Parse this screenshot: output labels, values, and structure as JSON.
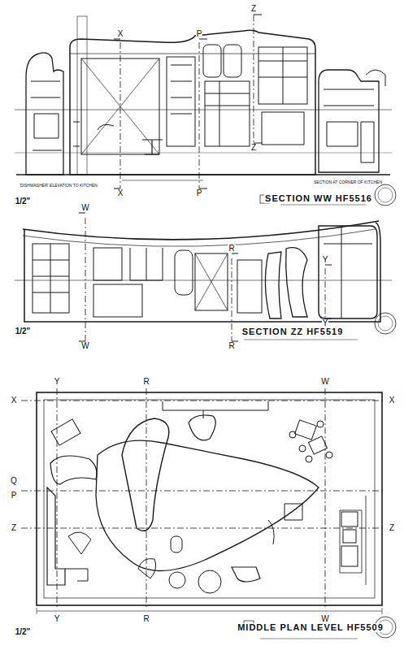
{
  "diagram": {
    "labels": [
      "X",
      "X",
      "P",
      "P",
      "Z",
      "Z",
      "'DISHWASHER' ELEVATION TO KITCHEN",
      "SECTION AT CORNER OF KITCHEN",
      "1/2\"",
      "SECTION WW HF5516",
      "W",
      "W",
      "R",
      "R",
      "Y",
      "Y",
      "1/2\"",
      "SECTION ZZ HF5519",
      "Y",
      "R",
      "W",
      "X",
      "Q",
      "P",
      "Z",
      "X",
      "Z",
      "Y",
      "R",
      "W",
      "1/2\"",
      "MIDDLE PLAN LEVEL HF5509"
    ]
  }
}
